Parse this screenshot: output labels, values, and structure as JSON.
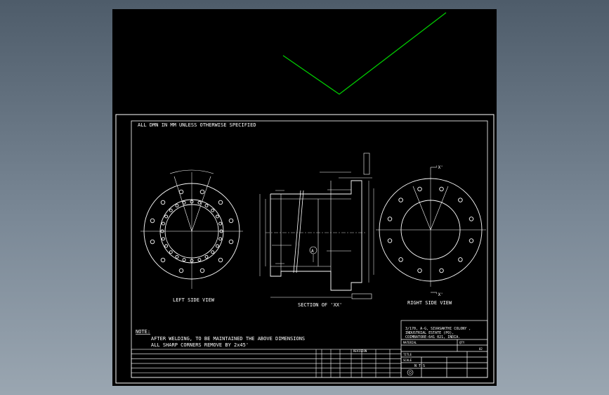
{
  "drawing": {
    "general_note": "ALL DMN IN MM UNLESS OTHERWISE SPECIFIED",
    "views": {
      "left": "LEFT SIDE VIEW",
      "section": "SECTION OF 'XX'",
      "right": "RIGHT SIDE VIEW"
    },
    "section_marker": "A",
    "cut_marker": "'X'",
    "notes_heading": "NOTE:",
    "notes": [
      "AFTER WELDING, TO BE MAINTAINED THE ABOVE DIMENSIONS",
      "ALL SHARP CORNERS  REMOVE BY 2x45'"
    ],
    "company_address": [
      "3/170, A-G, SIVASAKTHI COLONY ,",
      "INDUSTRIAL ESTATE (PO),",
      "COIMBATORE-641 021,  INDIA."
    ],
    "revision_header": "REVISION",
    "scale_label": "SCALE",
    "material_label": "MATERIAL",
    "title_label": "TITLE",
    "nts": "N T S",
    "qty_label": "QTY",
    "qty_value": "02"
  },
  "colors": {
    "background": "#000000",
    "lines": "#ffffff",
    "ucs_marker": "#00cc00"
  }
}
